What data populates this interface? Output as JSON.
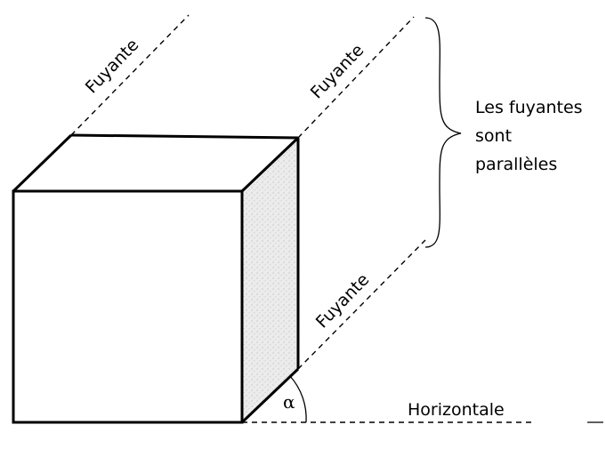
{
  "diagram": {
    "labels": {
      "receding_top_left": "Fuyante",
      "receding_top_right": "Fuyante",
      "receding_bottom": "Fuyante",
      "horizontal": "Horizontale",
      "angle": "α"
    },
    "note_lines": [
      "Les fuyantes",
      "sont",
      "parallèles"
    ],
    "colors": {
      "ink": "#000000",
      "side_face": "#e6e6e6",
      "background": "#ffffff"
    }
  }
}
